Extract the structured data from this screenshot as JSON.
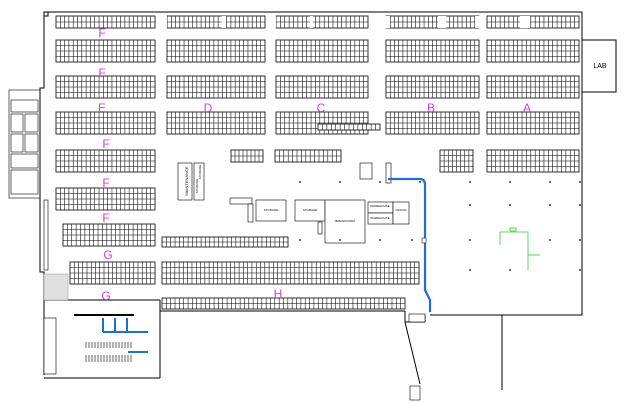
{
  "zones": {
    "f1": "F",
    "f2": "F",
    "e1": "E",
    "d": "D",
    "c": "C",
    "b": "B",
    "a": "A",
    "f3": "F",
    "f4": "F",
    "f5": "F",
    "g1": "G",
    "g2": "G",
    "h": "H"
  },
  "rooms": {
    "lab": "LAB",
    "maintenance": "MAINTENANCE",
    "maint_side_a": "STORAGE",
    "maint_side_b": "STORAGE",
    "r1": "STORAGE",
    "r2": "STORAGE",
    "r3": "BREAKROOM",
    "r4": "WAREHOUSE",
    "r5": "WAREHOUSE",
    "r6": "OFFICE"
  },
  "colors": {
    "zone_label": "#d63fe0",
    "pipe": "#1f6fd1",
    "equipment": "#33cc33",
    "wall": "#000000",
    "rack": "#000000"
  }
}
